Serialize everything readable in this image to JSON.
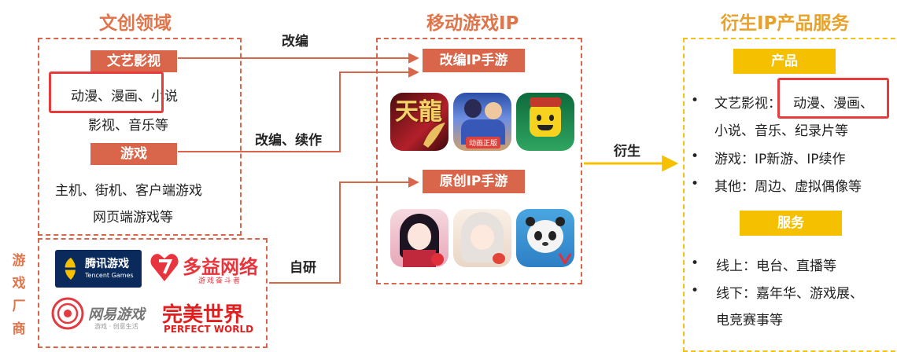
{
  "left": {
    "title": "文创领域",
    "tag1": "文艺影视",
    "line1": "动漫、漫画、小说",
    "line2": "影视、音乐等",
    "tag2": "游戏",
    "line3": "主机、街机、客户端游戏",
    "line4": "网页端游戏等"
  },
  "vendors": {
    "label": [
      "游",
      "戏",
      "厂",
      "商"
    ],
    "tencent": "腾讯游戏",
    "tencent_en": "Tencent Games",
    "duoyi": "多益网络",
    "duoyi_sub": "游戏奋斗者",
    "netease": "网易游戏",
    "netease_sub": "游戏 · 创意生活",
    "perfect": "完美世界",
    "perfect_en": "PERFECT WORLD"
  },
  "arrows": {
    "adapt": "改编",
    "adapt_sequel": "改编、续作",
    "self_dev": "自研",
    "derive": "衍生"
  },
  "middle": {
    "title": "移动游戏IP",
    "tag1": "改编IP手游",
    "tag2": "原创IP手游",
    "badge": "动画正版",
    "icon_text": "天龍"
  },
  "right": {
    "title": "衍生IP产品服务",
    "tag_product": "产品",
    "p1a": "文艺影视：",
    "p1b": "动漫、漫画、",
    "p1c": "小说、音乐、纪录片等",
    "p2": "游戏：IP新游、IP续作",
    "p3": "其他：周边、虚拟偶像等",
    "tag_service": "服务",
    "s1": "线上：电台、直播等",
    "s2": "线下：嘉年华、游戏展、",
    "s3": "电竞赛事等",
    "bullet": "•"
  },
  "colors": {
    "accent": "#d9664a",
    "gold": "#f5c000",
    "highlight": "#e83c3c"
  }
}
